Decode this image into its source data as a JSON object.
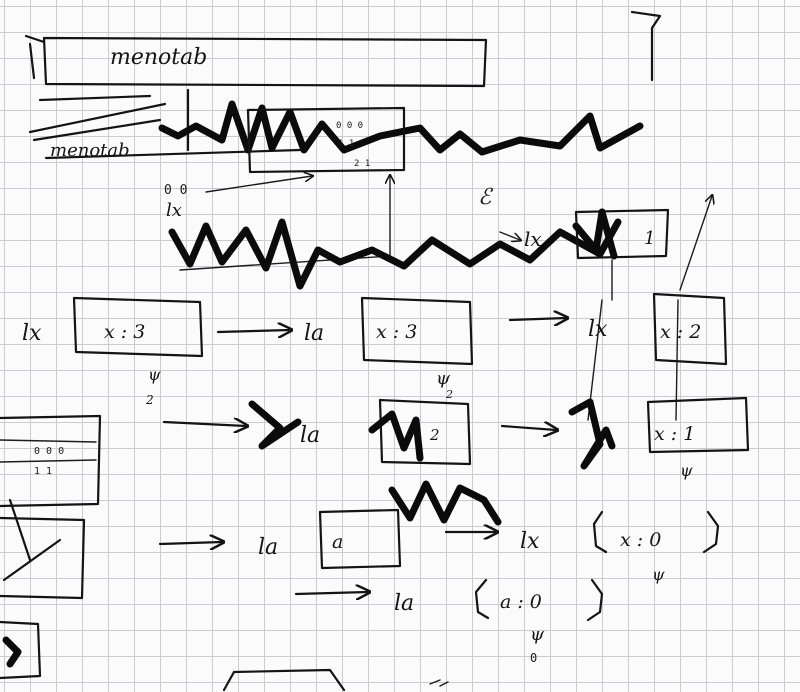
{
  "header_box": {
    "label": "menotab"
  },
  "upper_scrawl": {
    "text": "menotab"
  },
  "top_box": {
    "digits_row1": "0 0 0",
    "digits_row2": "1 1",
    "digits_row3": "2 1"
  },
  "side_marks": {
    "zeros": "0 0",
    "label": "lx"
  },
  "mid_right_box": {
    "label": "1",
    "prefix": "lx"
  },
  "row1": {
    "prefix": "lx",
    "node1": "x : 3",
    "node2_prefix": "la",
    "node2": "x : 3",
    "node3_prefix": "lx",
    "node3": "x : 2"
  },
  "row2": {
    "marker_left": "2",
    "prefix": "la",
    "node": "2",
    "node_marker": "2",
    "right_node": "x : 1"
  },
  "left_stack": {
    "row1": "0 0 0",
    "row2": "1 1"
  },
  "row3": {
    "prefix": "la",
    "node": "a",
    "right_prefix": "lx",
    "right_node": "x : 0"
  },
  "row4": {
    "prefix": "la",
    "node": "a : 0",
    "bottom_zero": "0"
  },
  "arrow_marks": {
    "down": "ψ"
  }
}
